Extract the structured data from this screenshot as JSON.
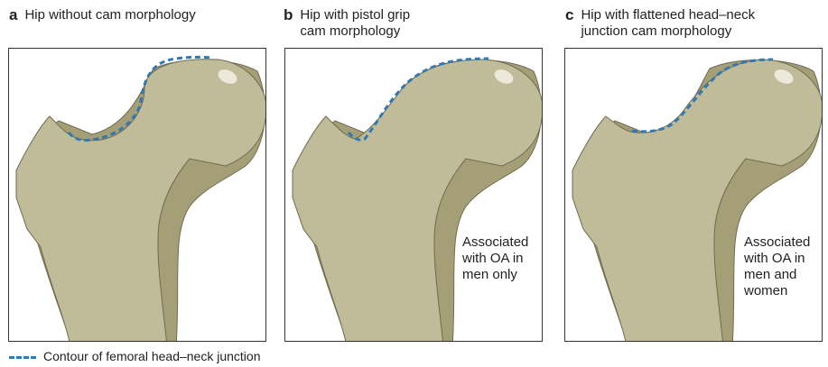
{
  "colors": {
    "bone_fill": "#c0bb99",
    "bone_shadow": "#a59f78",
    "bone_outline": "#6f6b4f",
    "contour": "#2f79b5",
    "highlight": "#ece9da"
  },
  "panels": [
    {
      "letter": "a",
      "title": "Hip without cam morphology",
      "note": ""
    },
    {
      "letter": "b",
      "title": "Hip with pistol grip\ncam morphology",
      "note": "Associated\nwith OA in\nmen only"
    },
    {
      "letter": "c",
      "title": "Hip with flattened head–neck\njunction cam morphology",
      "note": "Associated\nwith OA in\nmen and\nwomen"
    }
  ],
  "legend": {
    "label": "Contour of femoral head–neck junction",
    "icon": "dashed-line"
  }
}
